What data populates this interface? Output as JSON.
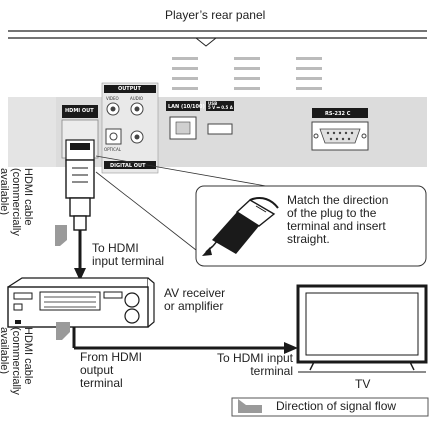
{
  "panel": {
    "title": "Player’s rear panel",
    "jack_labels": {
      "hdmi_out": "HDMI OUT",
      "output": "OUTPUT",
      "video": "VIDEO",
      "audio": "AUDIO",
      "optical": "OPTICAL",
      "digital_out": "DIGITAL OUT",
      "lan": "LAN (10/100)",
      "usb": "USB\n5 V ⎓ 0.5 A",
      "rs232c": "RS-232 C"
    }
  },
  "cable_top": {
    "label_line1": "HDMI cable",
    "label_line2": "(commercially",
    "label_line3": "available)"
  },
  "callout": {
    "line1": "Match the direction",
    "line2": "of the plug to the",
    "line3": "terminal and insert",
    "line4": "straight."
  },
  "to_hdmi_input_1": {
    "line1": "To HDMI",
    "line2": "input terminal"
  },
  "receiver": {
    "line1": "AV receiver",
    "line2": "or amplifier"
  },
  "cable_bottom": {
    "label_line1": "HDMI cable",
    "label_line2": "(commercially",
    "label_line3": "available)"
  },
  "from_hdmi": {
    "line1": "From HDMI",
    "line2": "output",
    "line3": "terminal"
  },
  "to_hdmi_input_2": {
    "line1": "To HDMI input",
    "line2": "terminal"
  },
  "tv": {
    "label": "TV"
  },
  "legend": {
    "text": "Direction of signal flow"
  },
  "colors": {
    "panel_gray": "#d9d9d9",
    "dark": "#1a1a1a",
    "arrow_gray": "#9a9a9a"
  }
}
